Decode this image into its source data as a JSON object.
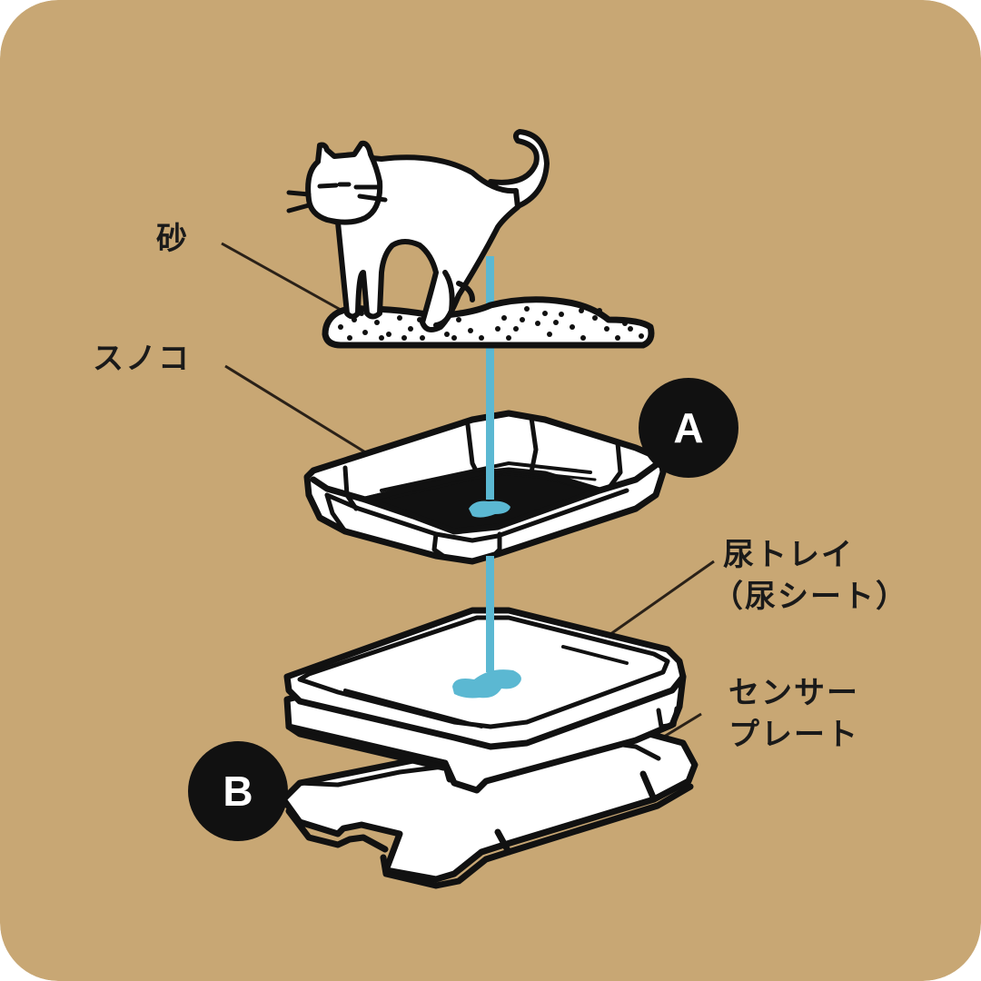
{
  "colors": {
    "background": "#C8A774",
    "line": "#111111",
    "fill": "#FFFFFF",
    "urine": "#5BB8D2",
    "leader": "#2A2118"
  },
  "labels": {
    "sand": "砂",
    "sunoko": "スノコ",
    "urine_tray_line1": "尿トレイ",
    "urine_tray_line2": "（尿シート）",
    "sensor_plate_line1": "センサー",
    "sensor_plate_line2": "プレート"
  },
  "badges": {
    "a": "A",
    "b": "B"
  },
  "icons": {
    "cat": "cat-illustration",
    "sand": "sand-pile",
    "sunoko": "slatted-tray",
    "urine_tray": "urine-tray",
    "sensor_plate": "sensor-plate"
  }
}
